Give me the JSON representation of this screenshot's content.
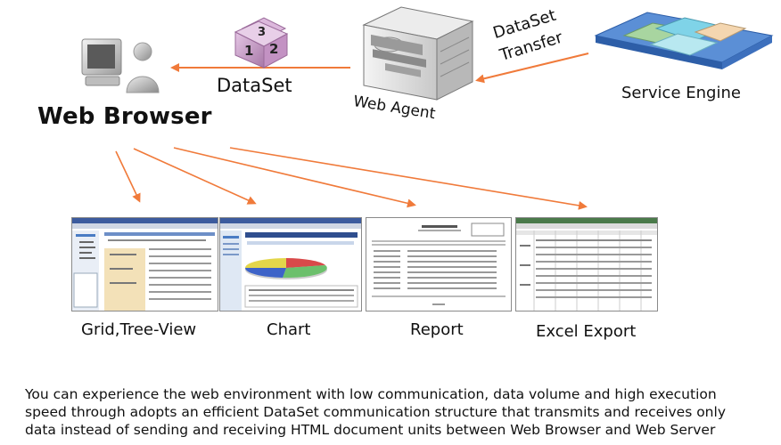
{
  "nodes": {
    "web_browser": "Web Browser",
    "dataset": "DataSet",
    "web_agent": "Web Agent",
    "dataset_transfer": [
      "DataSet",
      "Transfer"
    ],
    "service_engine": "Service Engine"
  },
  "cube_digits": [
    "3",
    "1",
    "2"
  ],
  "outputs": [
    "Grid,Tree-View",
    "Chart",
    "Report",
    "Excel Export"
  ],
  "description": [
    "You can experience the web environment with low communication, data volume and high execution",
    "speed through adopts an efficient DataSet communication structure that transmits and receives only",
    "data instead of sending and receiving HTML document units between Web Browser and Web Server"
  ],
  "colors": {
    "arrow": "#f07a3a",
    "cube": "#c8a0c8",
    "engine_base": "#5b8fd6"
  }
}
